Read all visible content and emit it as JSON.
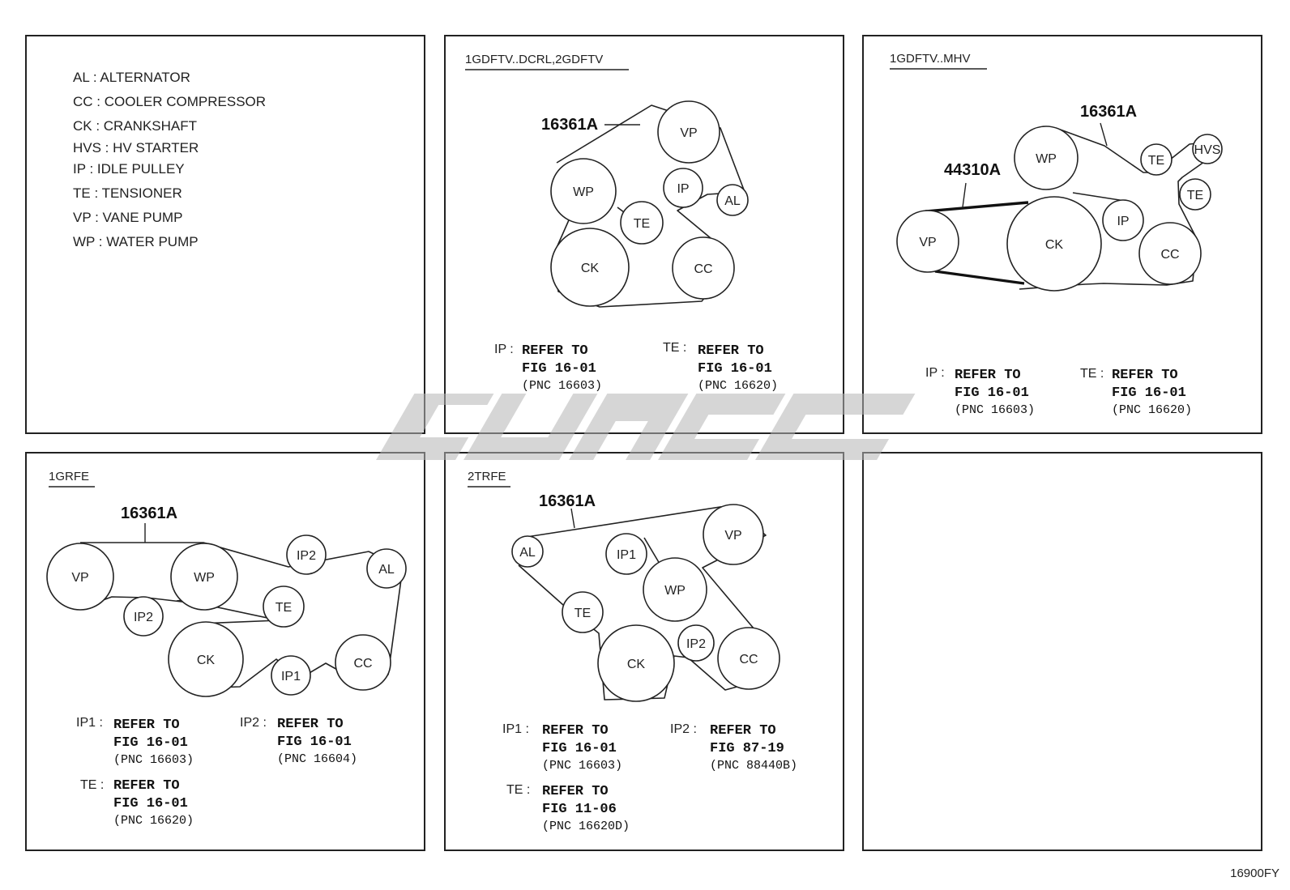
{
  "legend": [
    "AL : ALTERNATOR",
    "CC : COOLER COMPRESSOR",
    "CK : CRANKSHAFT",
    "HVS : HV STARTER",
    "IP : IDLE PULLEY",
    "TE : TENSIONER",
    "VP : VANE PUMP",
    "WP : WATER PUMP"
  ],
  "panels": {
    "p1": {
      "title": "1GDFTV..DCRL,2GDFTV",
      "pnc": "16361A",
      "pulleys": {
        "vp": "VP",
        "wp": "WP",
        "ip": "IP",
        "al": "AL",
        "te": "TE",
        "ck": "CK",
        "cc": "CC"
      },
      "refs": [
        {
          "prefix": "IP :",
          "l1": "REFER TO",
          "l2": "FIG 16-01",
          "l3": "(PNC 16603)"
        },
        {
          "prefix": "TE :",
          "l1": "REFER TO",
          "l2": "FIG 16-01",
          "l3": "(PNC 16620)"
        }
      ]
    },
    "p2": {
      "title": "1GDFTV..MHV",
      "pnc_a": "16361A",
      "pnc_b": "44310A",
      "pulleys": {
        "wp": "WP",
        "te1": "TE",
        "hvs": "HVS",
        "te2": "TE",
        "vp": "VP",
        "ck": "CK",
        "ip": "IP",
        "cc": "CC"
      },
      "refs": [
        {
          "prefix": "IP :",
          "l1": "REFER TO",
          "l2": "FIG 16-01",
          "l3": "(PNC 16603)"
        },
        {
          "prefix": "TE :",
          "l1": "REFER TO",
          "l2": "FIG 16-01",
          "l3": "(PNC 16620)"
        }
      ]
    },
    "p3": {
      "title": "1GRFE",
      "pnc": "16361A",
      "pulleys": {
        "vp": "VP",
        "wp": "WP",
        "ip2a": "IP2",
        "al": "AL",
        "ip2b": "IP2",
        "te": "TE",
        "ck": "CK",
        "ip1": "IP1",
        "cc": "CC"
      },
      "refs": [
        {
          "prefix": "IP1 :",
          "l1": "REFER TO",
          "l2": "FIG 16-01",
          "l3": "(PNC 16603)"
        },
        {
          "prefix": "IP2 :",
          "l1": "REFER TO",
          "l2": "FIG 16-01",
          "l3": "(PNC 16604)"
        },
        {
          "prefix": "TE :",
          "l1": "REFER TO",
          "l2": "FIG 16-01",
          "l3": "(PNC 16620)"
        }
      ]
    },
    "p4": {
      "title": "2TRFE",
      "pnc": "16361A",
      "pulleys": {
        "al": "AL",
        "ip1": "IP1",
        "vp": "VP",
        "wp": "WP",
        "te": "TE",
        "ck": "CK",
        "ip2": "IP2",
        "cc": "CC"
      },
      "refs": [
        {
          "prefix": "IP1 :",
          "l1": "REFER TO",
          "l2": "FIG 16-01",
          "l3": "(PNC 16603)"
        },
        {
          "prefix": "IP2 :",
          "l1": "REFER TO",
          "l2": "FIG 87-19",
          "l3": "(PNC 88440B)"
        },
        {
          "prefix": "TE :",
          "l1": "REFER TO",
          "l2": "FIG 11-06",
          "l3": "(PNC 16620D)"
        }
      ]
    }
  },
  "figure_code": "16900FY"
}
